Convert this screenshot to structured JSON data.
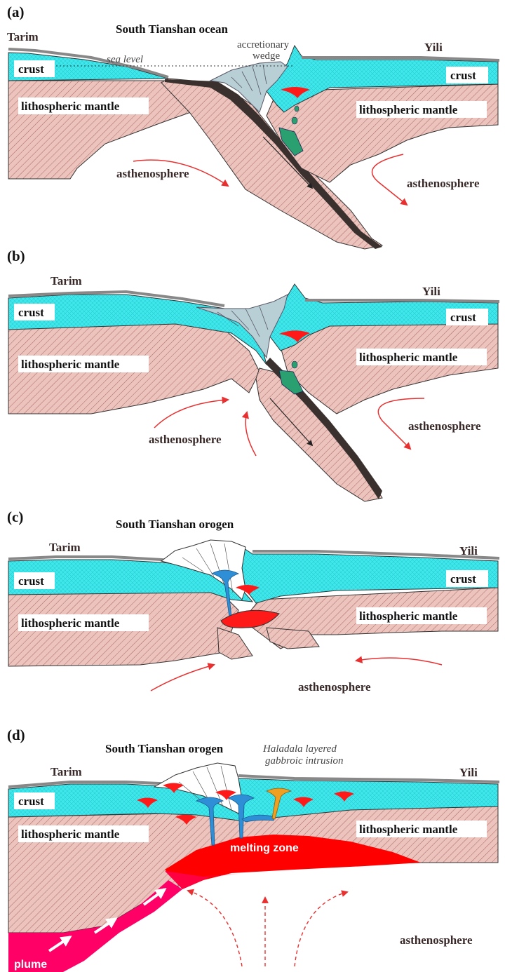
{
  "panels": {
    "a": {
      "label": "(a)",
      "title": "South Tianshan ocean",
      "left_plate": "Tarim",
      "right_plate": "Yili",
      "sea_level": "sea level",
      "wedge_line1": "accretionary",
      "wedge_line2": "wedge",
      "crust_left": "crust",
      "crust_right": "crust",
      "mantle_left": "lithospheric mantle",
      "mantle_right": "lithospheric mantle",
      "astheno_left": "asthenosphere",
      "astheno_right": "asthenosphere"
    },
    "b": {
      "label": "(b)",
      "left_plate": "Tarim",
      "right_plate": "Yili",
      "crust_left": "crust",
      "crust_right": "crust",
      "mantle_left": "lithospheric mantle",
      "mantle_right": "lithospheric mantle",
      "astheno_left": "asthenosphere",
      "astheno_right": "asthenosphere"
    },
    "c": {
      "label": "(c)",
      "title": "South Tianshan orogen",
      "left_plate": "Tarim",
      "right_plate": "Yili",
      "crust_left": "crust",
      "crust_right": "crust",
      "mantle_left": "lithospheric mantle",
      "mantle_right": "lithospheric mantle",
      "astheno": "asthenosphere"
    },
    "d": {
      "label": "(d)",
      "title": "South Tianshan orogen",
      "intrusion_line1": "Haladala layered",
      "intrusion_line2": "gabbroic intrusion",
      "left_plate": "Tarim",
      "right_plate": "Yili",
      "crust_left": "crust",
      "mantle_left": "lithospheric mantle",
      "mantle_right": "lithospheric mantle",
      "melting": "melting zone",
      "plume": "plume",
      "astheno": "asthenosphere"
    }
  },
  "colors": {
    "crust": "#3fe6ea",
    "mantle": "#ecc3bd",
    "hatch": "#a86a62",
    "slab": "#3a302e",
    "wedge": "#b9cfd6",
    "magma": "#ff1a1a",
    "melt_zone": "#ff0000",
    "plume": "#ff0066",
    "dyke_blue": "#2e8fd6",
    "dyke_orange": "#f0a020",
    "green_body": "#2aa070",
    "arrow": "#e83030"
  }
}
